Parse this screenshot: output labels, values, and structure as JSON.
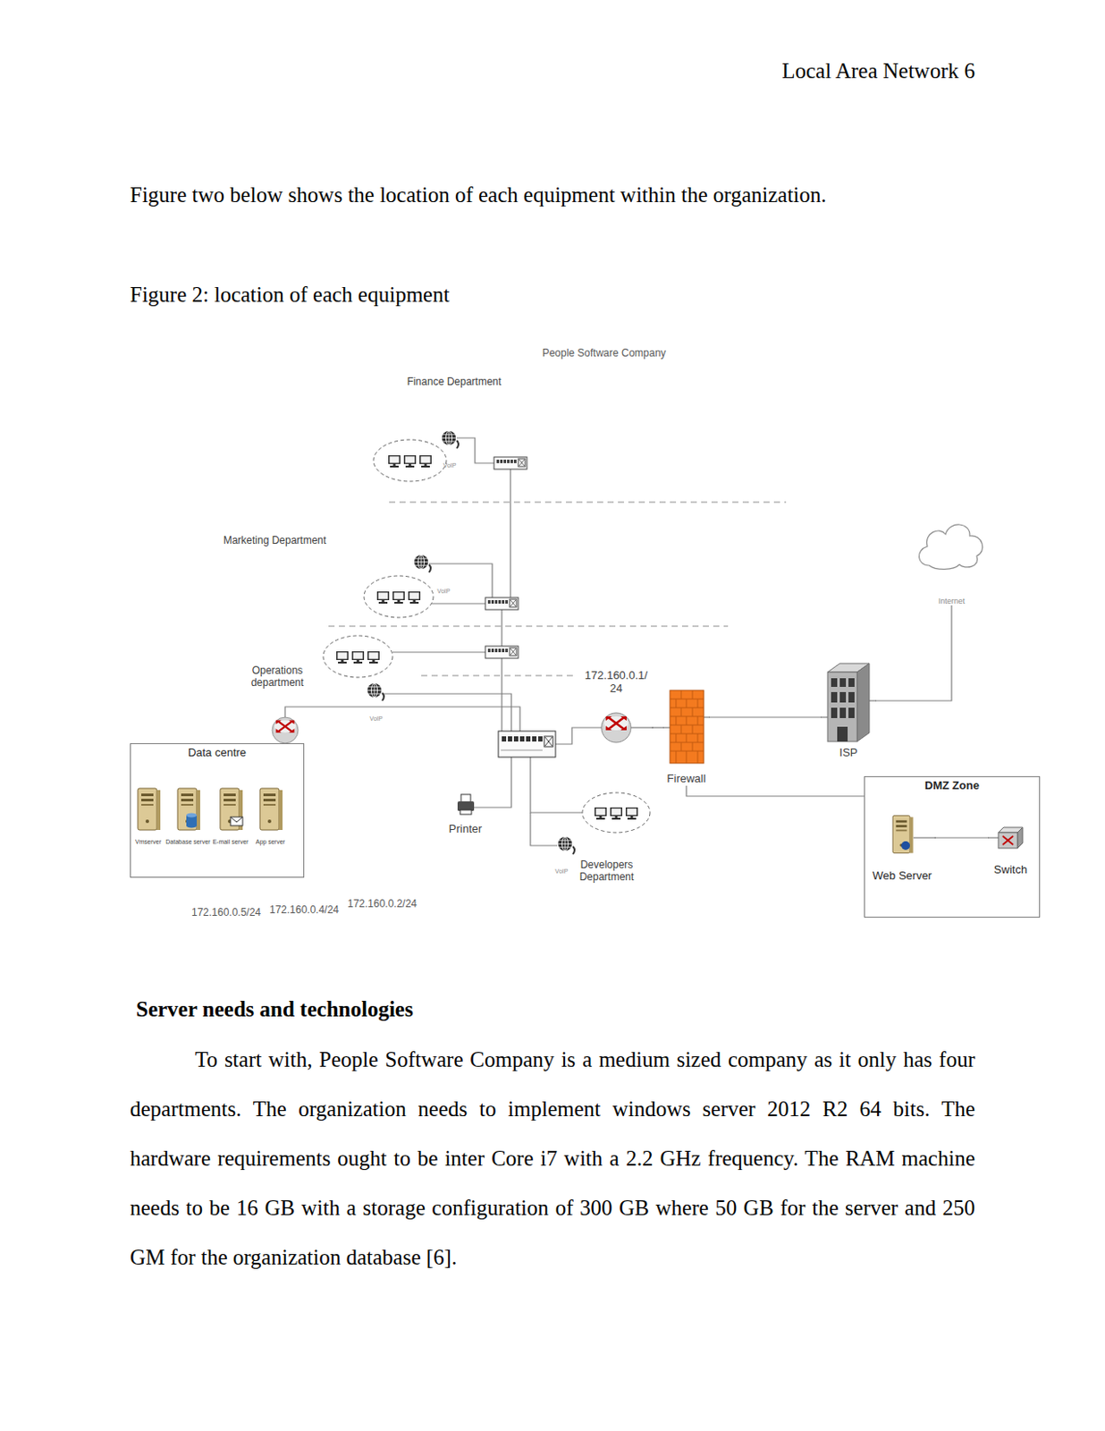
{
  "diagram": {
    "title": "People Software Company",
    "caption": "Figure 2: location of each equipment",
    "nodes": [
      {
        "text": [
          "Internet"
        ]
      },
      {
        "text": [
          "172.160.0.1/24"
        ]
      },
      {
        "text": [
          "Firewall"
        ]
      },
      {
        "text": [
          "ISP"
        ]
      },
      {
        "text": [
          "Data centre"
        ]
      },
      {
        "text": [
          "Vmserver"
        ],
        "in": 4
      },
      {
        "text": [
          "Database server"
        ],
        "in": 4
      },
      {
        "text": [
          "E-mail server"
        ],
        "in": 4
      },
      {
        "text": [
          "App server"
        ],
        "in": 4
      },
      {
        "text": [
          "Printer"
        ]
      },
      {
        "text": [
          "DMZ Zone"
        ]
      },
      {
        "text": [
          "Web Server"
        ],
        "in": 10
      },
      {
        "text": [
          "Switch"
        ],
        "in": 10
      }
    ],
    "edges": [
      {
        "from": 1,
        "to": 2,
        "arrow": "none"
      },
      {
        "from": 2,
        "to": 3,
        "arrow": "none"
      },
      {
        "from": 3,
        "to": 0,
        "arrow": "none"
      },
      {
        "from": 2,
        "to": 10,
        "arrow": "none"
      },
      {
        "from": 11,
        "to": 12,
        "arrow": "none"
      }
    ],
    "labels": [
      "Local Area Network 6",
      "Figure two below shows the location of each equipment within the organization.",
      "Finance Department",
      "VoIP",
      "Marketing Department",
      "VoIP",
      "Operations department",
      "VoIP",
      "Developers Department",
      "VoIP",
      "172.160.0.5/24",
      "172.160.0.4/24",
      "172.160.0.2/24",
      "Server needs and technologies",
      "To start with, People Software Company is a medium sized company as it only has four departments. The organization needs to implement windows server 2012 R2 64 bits. The hardware requirements ought to be inter Core i7 with a 2.2 GHz frequency. The RAM machine needs to be 16 GB with a storage configuration of 300 GB where 50 GB for the server and 250 GM for the organization database [6]."
    ]
  }
}
